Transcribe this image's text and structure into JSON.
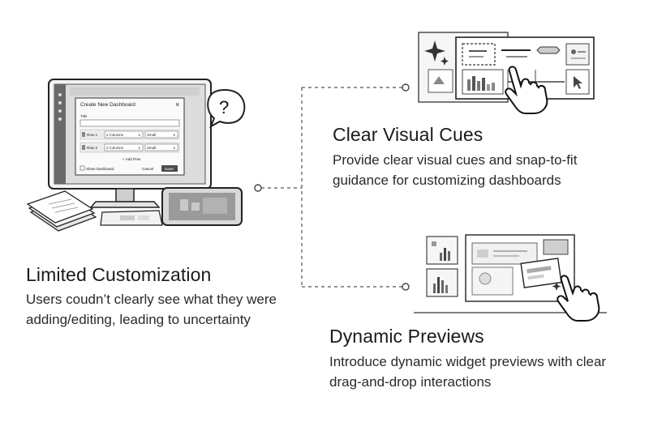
{
  "problem": {
    "title": "Limited Customization",
    "description": "Users coudn’t clearly see what they were adding/editing, leading to uncertainty"
  },
  "solutions": [
    {
      "title": "Clear Visual Cues",
      "description": "Provide clear visual cues and snap-to-fit guidance for customizing dashboards"
    },
    {
      "title": "Dynamic Previews",
      "description": "Introduce dynamic widget previews with clear drag-and-drop interactions"
    }
  ],
  "dialog": {
    "title": "Create New Dashboard",
    "close": "×",
    "title_label": "Title",
    "rows": [
      {
        "label": "Row 1",
        "columns": "2 Columns",
        "size": "Small"
      },
      {
        "label": "Row 2",
        "columns": "2 Columns",
        "size": "Small"
      }
    ],
    "add_row": "+ Add Row",
    "share": "Share Dashboard",
    "cancel": "Cancel",
    "save": "Save"
  },
  "bubble": {
    "symbol": "?"
  },
  "icons": [
    "question-icon",
    "sparkle-icon",
    "pointer-hand-icon",
    "cursor-arrow-icon",
    "bar-chart-icon"
  ]
}
